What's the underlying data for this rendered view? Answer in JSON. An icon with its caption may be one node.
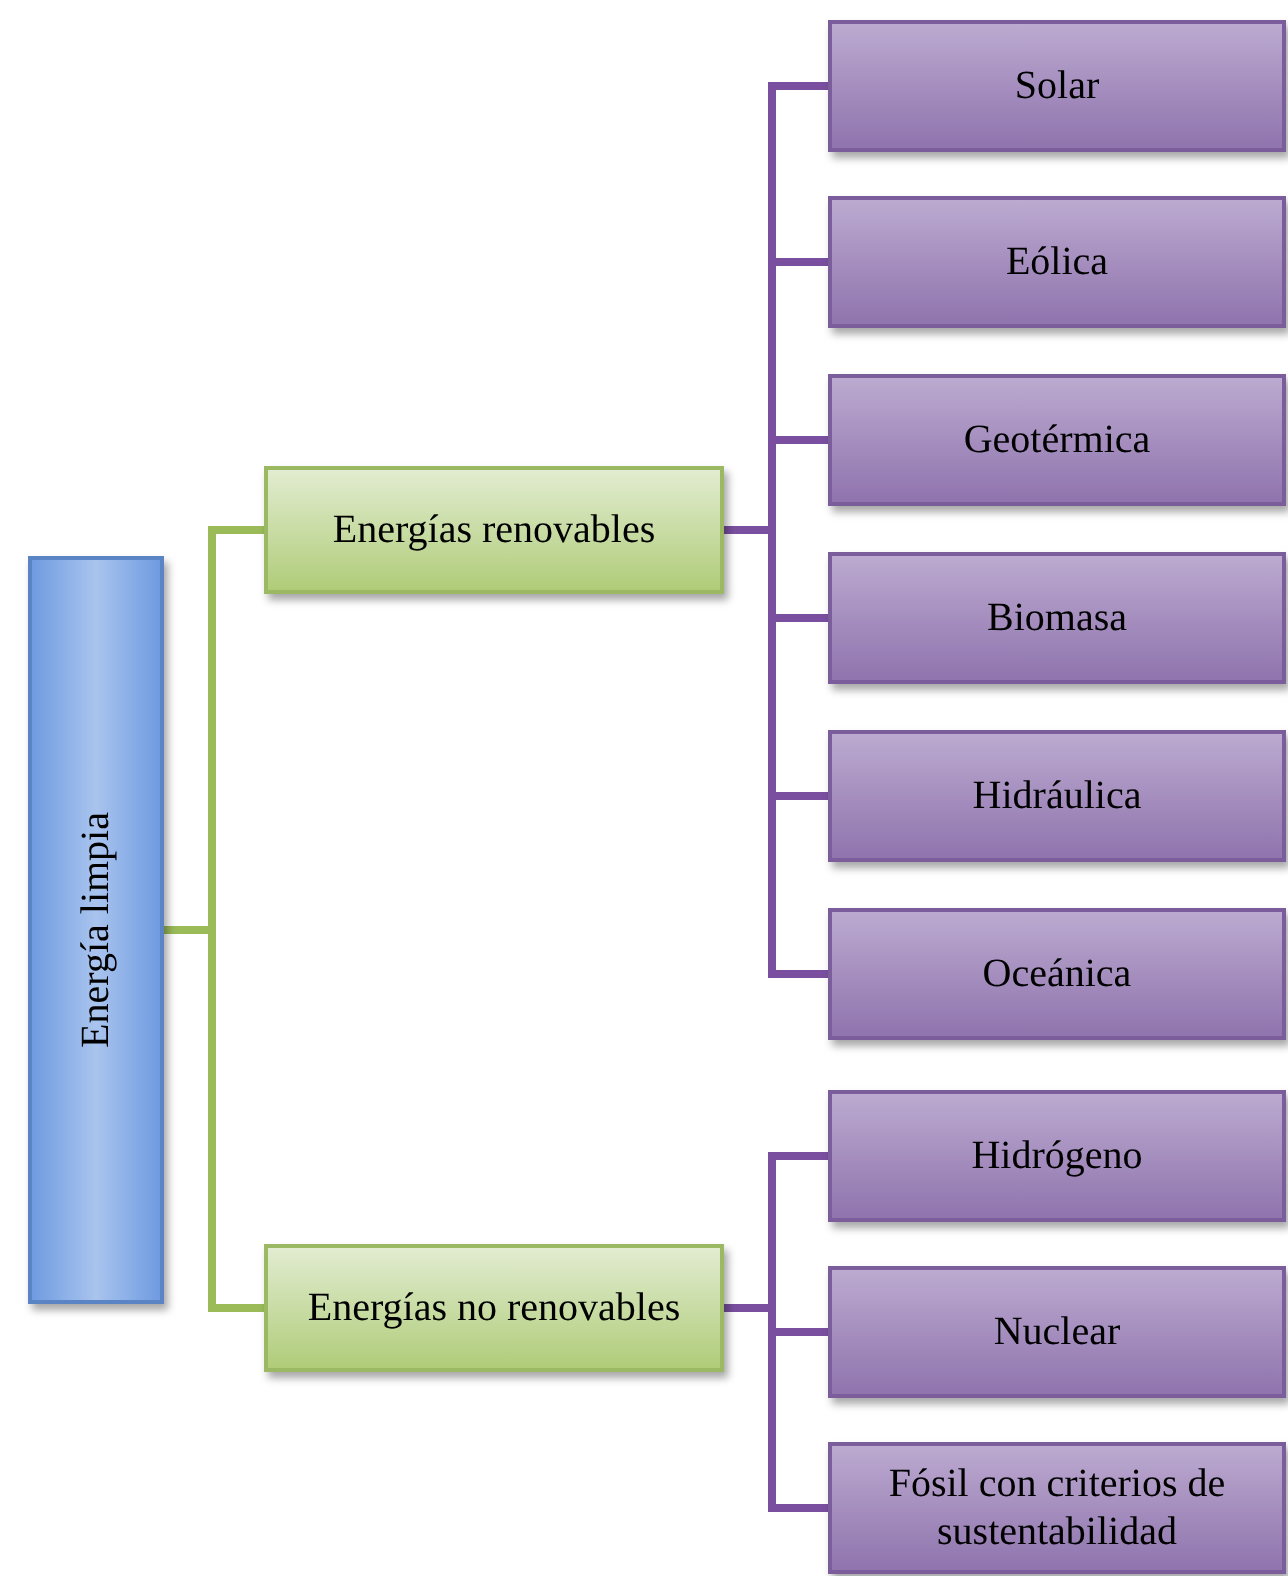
{
  "diagram": {
    "nodes": [
      {
        "text": [
          "Energía limpia"
        ]
      },
      {
        "text": [
          "Energías renovables"
        ]
      },
      {
        "text": [
          "Energías no renovables"
        ]
      },
      {
        "text": [
          "Solar"
        ]
      },
      {
        "text": [
          "Eólica"
        ]
      },
      {
        "text": [
          "Geotérmica"
        ]
      },
      {
        "text": [
          "Biomasa"
        ]
      },
      {
        "text": [
          "Hidráulica"
        ]
      },
      {
        "text": [
          "Oceánica"
        ]
      },
      {
        "text": [
          "Hidrógeno"
        ]
      },
      {
        "text": [
          "Nuclear"
        ]
      },
      {
        "text": [
          "Fósil con criterios de sustentabilidad"
        ]
      }
    ],
    "edges": [
      {
        "from": 0,
        "to": 1,
        "arrow": "none",
        "color": "#9bbb59"
      },
      {
        "from": 0,
        "to": 2,
        "arrow": "none",
        "color": "#9bbb59"
      },
      {
        "from": 1,
        "to": 3,
        "arrow": "none"
      },
      {
        "from": 1,
        "to": 4,
        "arrow": "none"
      },
      {
        "from": 1,
        "to": 5,
        "arrow": "none"
      },
      {
        "from": 1,
        "to": 6,
        "arrow": "none"
      },
      {
        "from": 1,
        "to": 7,
        "arrow": "none"
      },
      {
        "from": 1,
        "to": 8,
        "arrow": "none"
      },
      {
        "from": 2,
        "to": 9,
        "arrow": "none"
      },
      {
        "from": 2,
        "to": 10,
        "arrow": "none"
      },
      {
        "from": 2,
        "to": 11,
        "arrow": "none"
      }
    ]
  }
}
